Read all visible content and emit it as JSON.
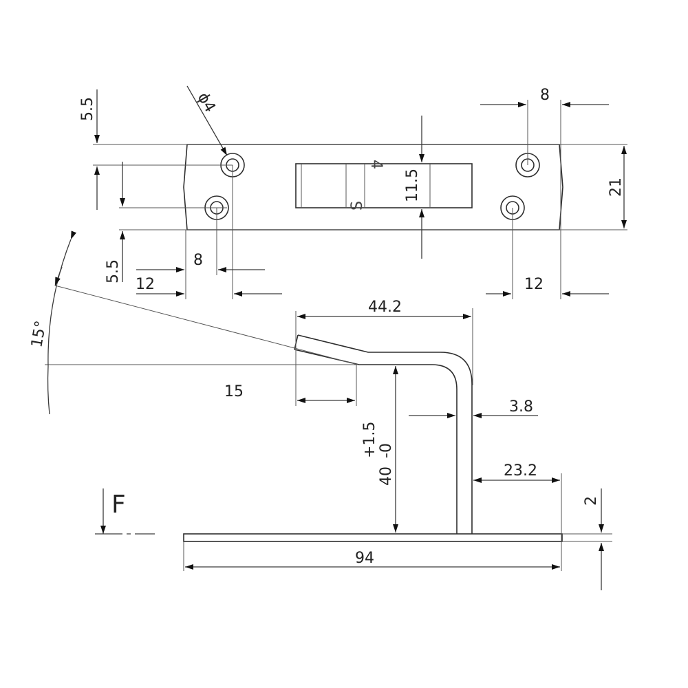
{
  "dimensions": {
    "top_left_height": "5.5",
    "hole_diameter": "ϕ4",
    "slot_height": "11.5",
    "top_right_spacing": "8",
    "plate_width": "21",
    "left_lower_height": "5.5",
    "left_spacing": "8",
    "left_offset": "12",
    "right_offset": "12",
    "angle": "15°",
    "hook_reach": "44.2",
    "tip_length": "15",
    "thickness": "3.8",
    "height_tolerance": "+1.5",
    "height_tolerance_low": "-0",
    "height": "40",
    "base_offset": "23.2",
    "base_thickness": "2",
    "base_length": "94"
  },
  "force_label": "F",
  "stamp_digit": "4",
  "stamp_letter": "S"
}
